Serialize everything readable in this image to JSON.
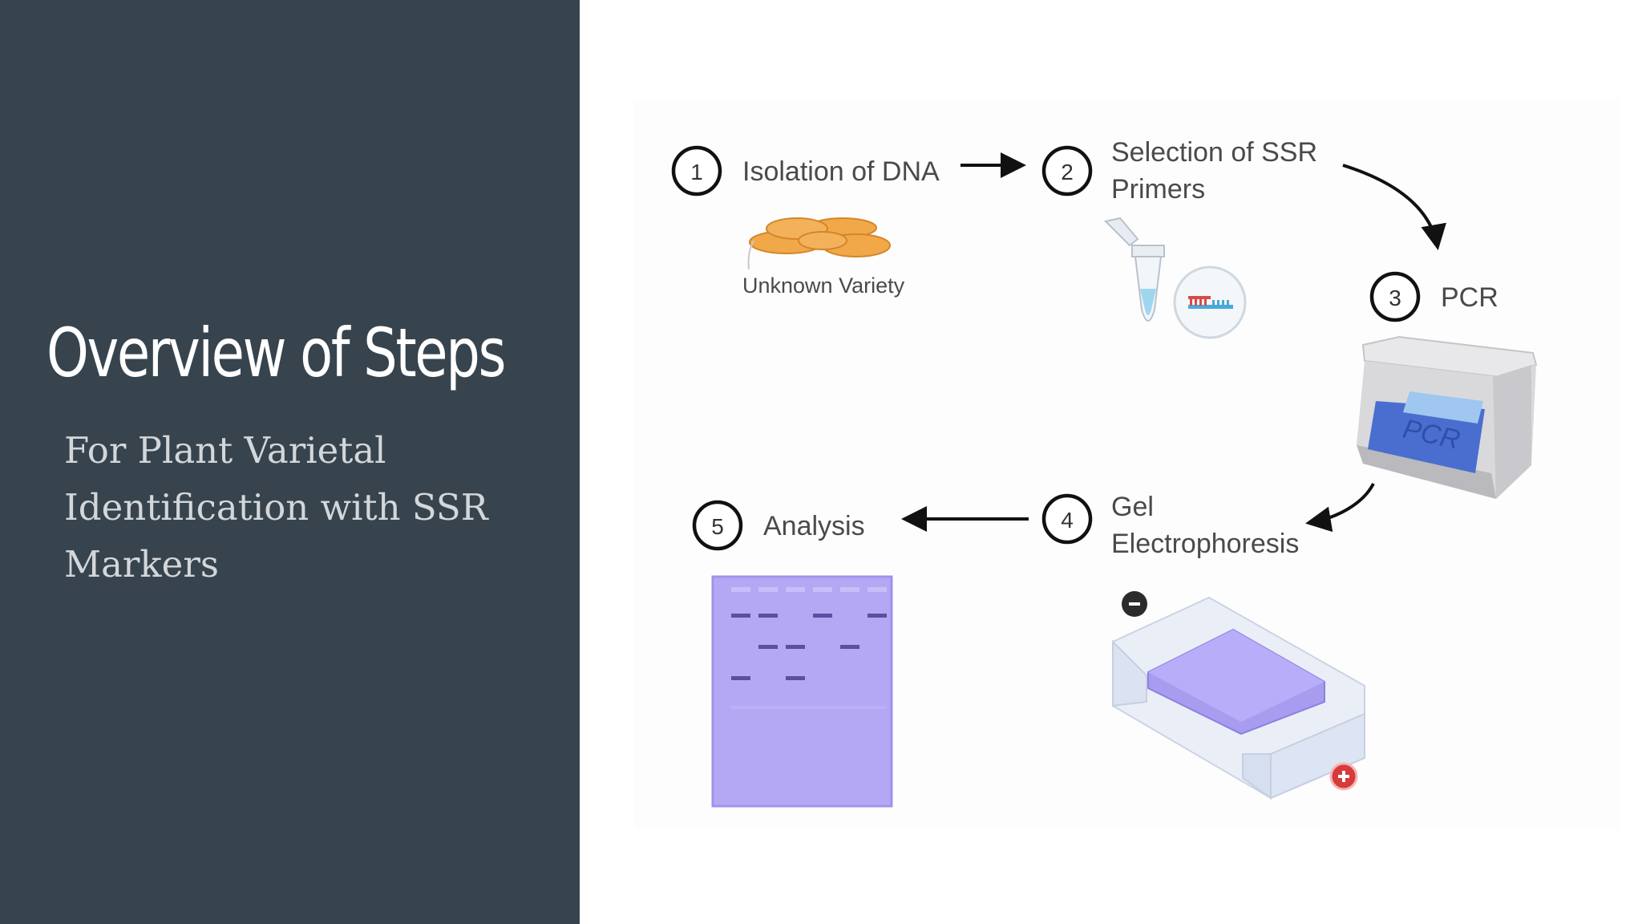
{
  "slide": {
    "title": "Overview of Steps",
    "subtitle_lines": [
      "For Plant Varietal",
      "Identification with SSR",
      "Markers"
    ]
  },
  "diagram": {
    "steps": [
      {
        "number": "1",
        "label_lines": [
          "Isolation of DNA"
        ],
        "illustration": "seeds-icon",
        "caption": "Unknown Variety"
      },
      {
        "number": "2",
        "label_lines": [
          "Selection of SSR",
          "Primers"
        ],
        "illustration": "primer-tube-icon"
      },
      {
        "number": "3",
        "label_lines": [
          "PCR"
        ],
        "illustration": "pcr-machine-icon",
        "device_text": "PCR"
      },
      {
        "number": "4",
        "label_lines": [
          "Gel",
          "Electrophoresis"
        ],
        "illustration": "gel-box-icon",
        "terminals": [
          "-",
          "+"
        ]
      },
      {
        "number": "5",
        "label_lines": [
          "Analysis"
        ],
        "illustration": "gel-image-icon"
      }
    ]
  },
  "colors": {
    "panel": "#37444e",
    "title": "#ffffff",
    "subtitle": "#d3d7da",
    "seed": "#f0a848",
    "gel": "#b4a8f5",
    "band": "#5a4fa0",
    "negative_terminal": "#2b2b2b",
    "positive_terminal": "#d63a3a"
  }
}
